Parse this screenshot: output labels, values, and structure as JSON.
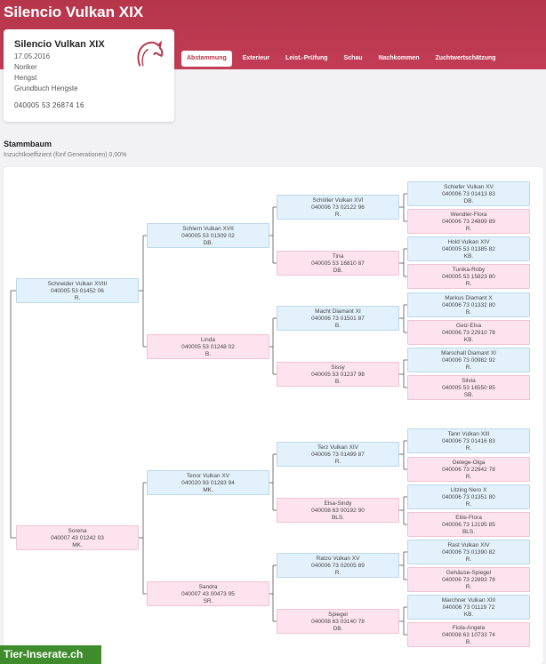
{
  "page_title": "Silencio Vulkan XIX",
  "horse": {
    "name": "Silencio Vulkan XIX",
    "birth_date": "17.05.2016",
    "breed": "Noriker",
    "sex": "Hengst",
    "registry": "Grundbuch Hengste",
    "number": "040005 53 26874 16"
  },
  "tabs": [
    {
      "label": "Abstammung",
      "active": true
    },
    {
      "label": "Exterieur",
      "active": false
    },
    {
      "label": "Leist.-Prüfung",
      "active": false
    },
    {
      "label": "Schau",
      "active": false
    },
    {
      "label": "Nachkommen",
      "active": false
    },
    {
      "label": "Zuchtwertschätzung",
      "active": false
    }
  ],
  "pedigree": {
    "title": "Stammbaum",
    "inbreeding": "Inzuchtkoeffizient (fünf Generationen) 0,00%",
    "gen1": [
      {
        "name": "Schneider Vulkan XVIII",
        "number": "040005 53 01452 06",
        "color": "R.",
        "sex": "m"
      },
      {
        "name": "Sorena",
        "number": "040007 43 01242 03",
        "color": "MK.",
        "sex": "f"
      }
    ],
    "gen2": [
      {
        "name": "Schlern Vulkan XVII",
        "number": "040005 53 01309 02",
        "color": "DB.",
        "sex": "m"
      },
      {
        "name": "Linda",
        "number": "040005 53 01248 02",
        "color": "B.",
        "sex": "f"
      },
      {
        "name": "Tenor Vulkan XV",
        "number": "040020 93 01283 94",
        "color": "MK.",
        "sex": "m"
      },
      {
        "name": "Sandra",
        "number": "040007 43 00473 95",
        "color": "SR.",
        "sex": "f"
      }
    ],
    "gen3": [
      {
        "name": "Schöller Vulkan XVI",
        "number": "040006 73 02122 96",
        "color": "R.",
        "sex": "m"
      },
      {
        "name": "Tina",
        "number": "040005 53 16810 87",
        "color": "DB.",
        "sex": "f"
      },
      {
        "name": "Macht Diamant XI",
        "number": "040006 73 01501 87",
        "color": "B.",
        "sex": "m"
      },
      {
        "name": "Sissy",
        "number": "040005 53 01237 98",
        "color": "B.",
        "sex": "f"
      },
      {
        "name": "Terz Vulkan XIV",
        "number": "040006 73 01499 87",
        "color": "R.",
        "sex": "m"
      },
      {
        "name": "Elsa-Sindy",
        "number": "040008 63 00192 90",
        "color": "BLS.",
        "sex": "f"
      },
      {
        "name": "Ratzo Vulkan XV",
        "number": "040006 73 02005 89",
        "color": "R.",
        "sex": "m"
      },
      {
        "name": "Spiegel",
        "number": "040008 63 03140 78",
        "color": "DB.",
        "sex": "f"
      }
    ],
    "gen4": [
      {
        "name": "Schiefer Vulkan XV",
        "number": "040006 73 01413 83",
        "color": "DB.",
        "sex": "m"
      },
      {
        "name": "Wendler-Flora",
        "number": "040006 73 24899 89",
        "color": "R.",
        "sex": "f"
      },
      {
        "name": "Hold Vulkan XIV",
        "number": "040005 53 01385 82",
        "color": "KB.",
        "sex": "m"
      },
      {
        "name": "Tunika-Roby",
        "number": "040005 53 15823 80",
        "color": "R.",
        "sex": "f"
      },
      {
        "name": "Markus Diamant X",
        "number": "040006 73 01332 80",
        "color": "B.",
        "sex": "m"
      },
      {
        "name": "Geiz-Elsa",
        "number": "040006 73 22910 78",
        "color": "KB.",
        "sex": "f"
      },
      {
        "name": "Marschall Diamant XI",
        "number": "040006 73 00982 92",
        "color": "R.",
        "sex": "m"
      },
      {
        "name": "Silvia",
        "number": "040005 53 16550 85",
        "color": "SB.",
        "sex": "f"
      },
      {
        "name": "Tann Vulkan XIII",
        "number": "040006 73 01416 83",
        "color": "R.",
        "sex": "m"
      },
      {
        "name": "Gelege-Olga",
        "number": "040006 73 22942 78",
        "color": "R.",
        "sex": "f"
      },
      {
        "name": "Litzing Nero X",
        "number": "040006 73 01351 80",
        "color": "R.",
        "sex": "m"
      },
      {
        "name": "Elite-Flora",
        "number": "040006 73 12195 85",
        "color": "BLS.",
        "sex": "f"
      },
      {
        "name": "Rast Vulkan XIV",
        "number": "040006 73 01390 82",
        "color": "R.",
        "sex": "m"
      },
      {
        "name": "Gehäuse-Spiegel",
        "number": "040006 73 22893 78",
        "color": "R.",
        "sex": "f"
      },
      {
        "name": "Marchner Vulkan XIII",
        "number": "040006 73 01119 72",
        "color": "KB.",
        "sex": "m"
      },
      {
        "name": "Fiola-Angela",
        "number": "040008 63 10733 74",
        "color": "B.",
        "sex": "f"
      }
    ]
  },
  "watermark": "Tier-Inserate.ch",
  "colors": {
    "brand": "#b5364b",
    "male_bg": "#e2f1fb",
    "female_bg": "#fde3ee",
    "watermark_bg": "#3e8c2c"
  }
}
